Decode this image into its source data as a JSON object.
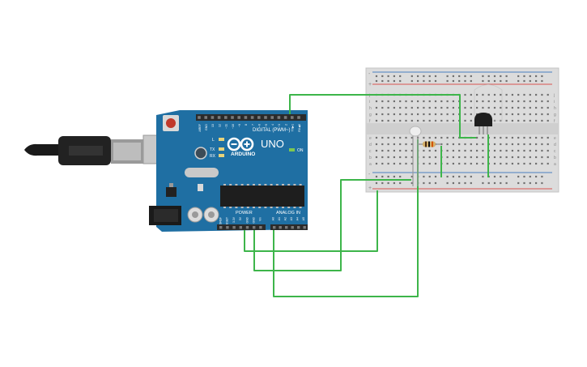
{
  "arduino": {
    "brand": "ARDUINO",
    "model": "UNO",
    "digital_header_label": "DIGITAL (PWM~)",
    "power_header_label": "POWER",
    "analog_header_label": "ANALOG IN",
    "on_label": "ON",
    "led_labels": [
      "L",
      "TX",
      "RX"
    ],
    "digital_pins": [
      "AREF",
      "GND",
      "13",
      "12",
      "~11",
      "~10",
      "~9",
      "8",
      "7",
      "~6",
      "~5",
      "4",
      "~3",
      "2",
      "TX▶1",
      "RX◀0"
    ],
    "power_pins": [
      "IOREF",
      "RESET",
      "3.3V",
      "5V",
      "GND",
      "GND",
      "Vin"
    ],
    "analog_pins": [
      "A0",
      "A1",
      "A2",
      "A3",
      "A4",
      "A5"
    ],
    "board_color": "#1f6fa3"
  },
  "breadboard": {
    "row_letters_top": [
      "j",
      "i",
      "h",
      "g",
      "f"
    ],
    "row_letters_bottom": [
      "e",
      "d",
      "c",
      "b",
      "a"
    ],
    "rail_plus": "+",
    "rail_minus": "-"
  },
  "colors": {
    "wire": "#3db54a",
    "rail_red": "#d9534f",
    "rail_blue": "#4a7fc1"
  }
}
